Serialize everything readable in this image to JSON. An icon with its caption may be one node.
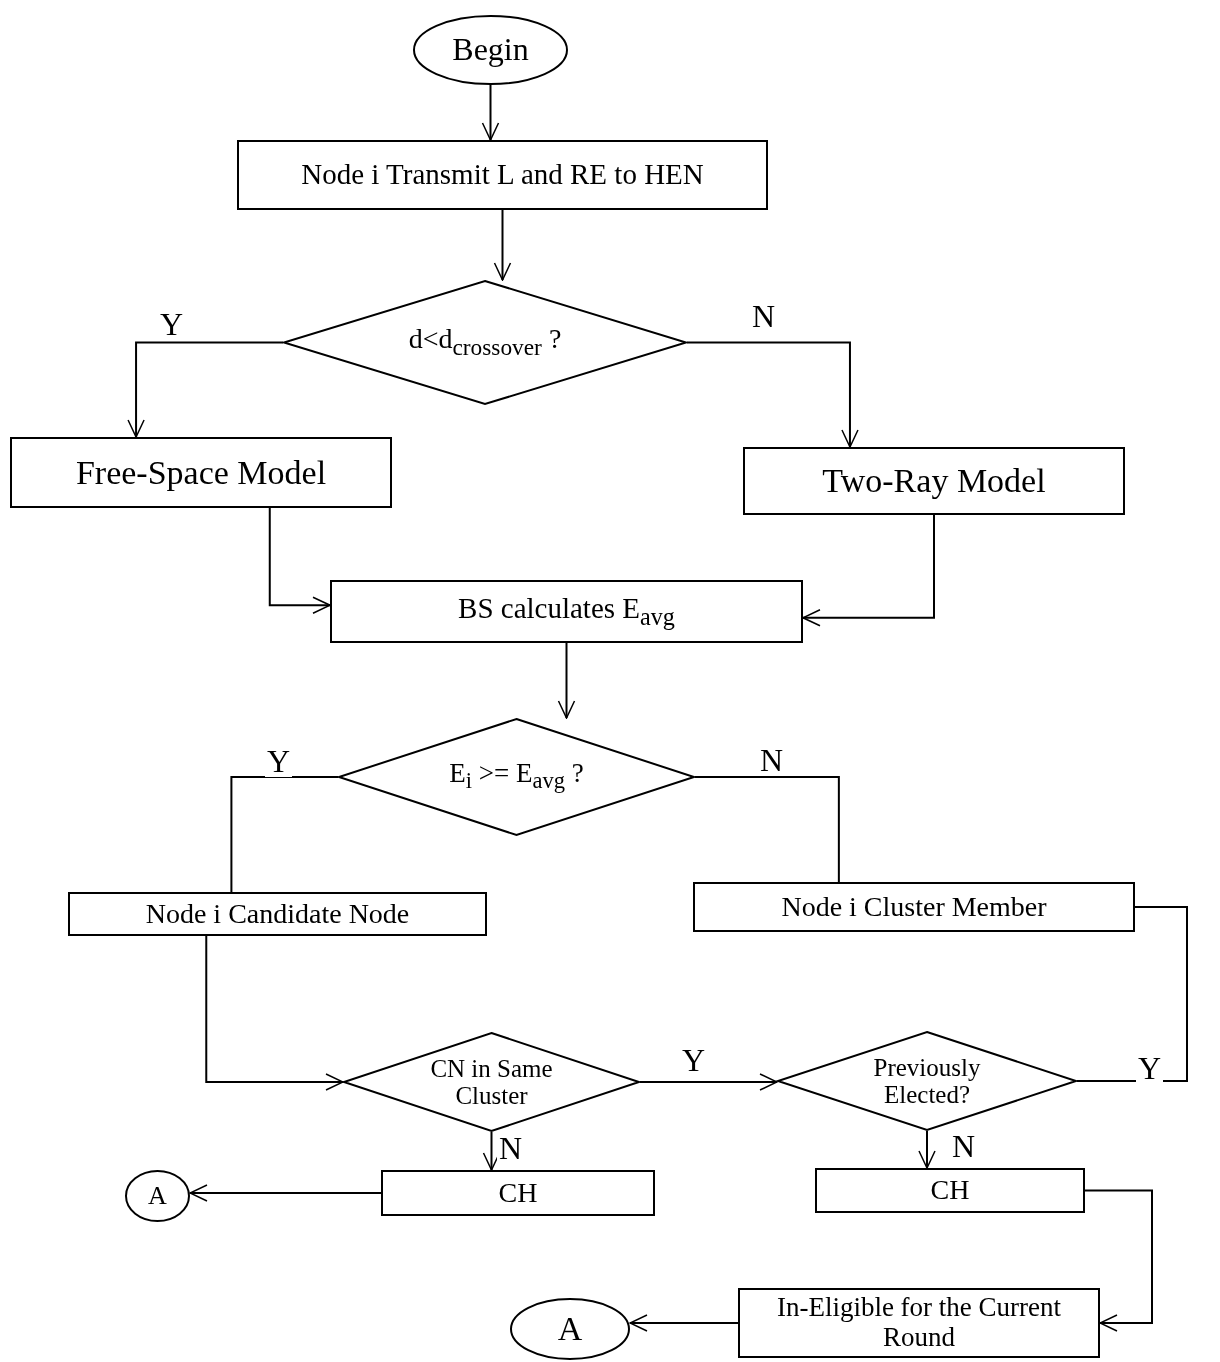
{
  "diagram": {
    "nodes": [
      {
        "text": [
          "Begin"
        ]
      },
      {
        "text": [
          "Node i Transmit L and RE to HEN"
        ]
      },
      {
        "text": [
          "d<d$_{crossover}$ ?"
        ]
      },
      {
        "text": [
          "Free-Space Model"
        ]
      },
      {
        "text": [
          "Two-Ray Model"
        ]
      },
      {
        "text": [
          "BS calculates E$_{avg}$"
        ]
      },
      {
        "text": [
          "E$_{i}$ >= E$_{avg}$ ?"
        ]
      },
      {
        "text": [
          "Node i Candidate Node"
        ]
      },
      {
        "text": [
          "Node i Cluster Member"
        ]
      },
      {
        "text": [
          "CN in Same Cluster"
        ]
      },
      {
        "text": [
          "Previously Elected?"
        ]
      },
      {
        "text": [
          "A"
        ]
      },
      {
        "text": [
          "CH"
        ]
      },
      {
        "text": [
          "CH"
        ]
      },
      {
        "text": [
          "A"
        ]
      },
      {
        "text": [
          "In-Eligible for the Current Round"
        ]
      }
    ],
    "edges": [
      {
        "from": 0,
        "to": 1,
        "arrow": "to"
      },
      {
        "from": 1,
        "to": 2,
        "arrow": "to"
      },
      {
        "from": 2,
        "to": 3,
        "arrow": "to",
        "label": "Y"
      },
      {
        "from": 2,
        "to": 4,
        "arrow": "to",
        "label": "N"
      },
      {
        "from": 3,
        "to": 5,
        "arrow": "to"
      },
      {
        "from": 4,
        "to": 5,
        "arrow": "to"
      },
      {
        "from": 5,
        "to": 6,
        "arrow": "to"
      },
      {
        "from": 6,
        "to": 7,
        "arrow": "none",
        "label": "Y"
      },
      {
        "from": 6,
        "to": 8,
        "arrow": "none",
        "label": "N"
      },
      {
        "from": 7,
        "to": 9,
        "arrow": "to"
      },
      {
        "from": 9,
        "to": 10,
        "arrow": "to",
        "label": "Y"
      },
      {
        "from": 8,
        "to": 10,
        "arrow": "none",
        "label": "Y"
      },
      {
        "from": 9,
        "to": 12,
        "arrow": "to",
        "label": "N"
      },
      {
        "from": 12,
        "to": 11,
        "arrow": "to"
      },
      {
        "from": 10,
        "to": 13,
        "arrow": "to",
        "label": "N"
      },
      {
        "from": 13,
        "to": 15,
        "arrow": "to"
      },
      {
        "from": 15,
        "to": 14,
        "arrow": "to"
      }
    ]
  }
}
